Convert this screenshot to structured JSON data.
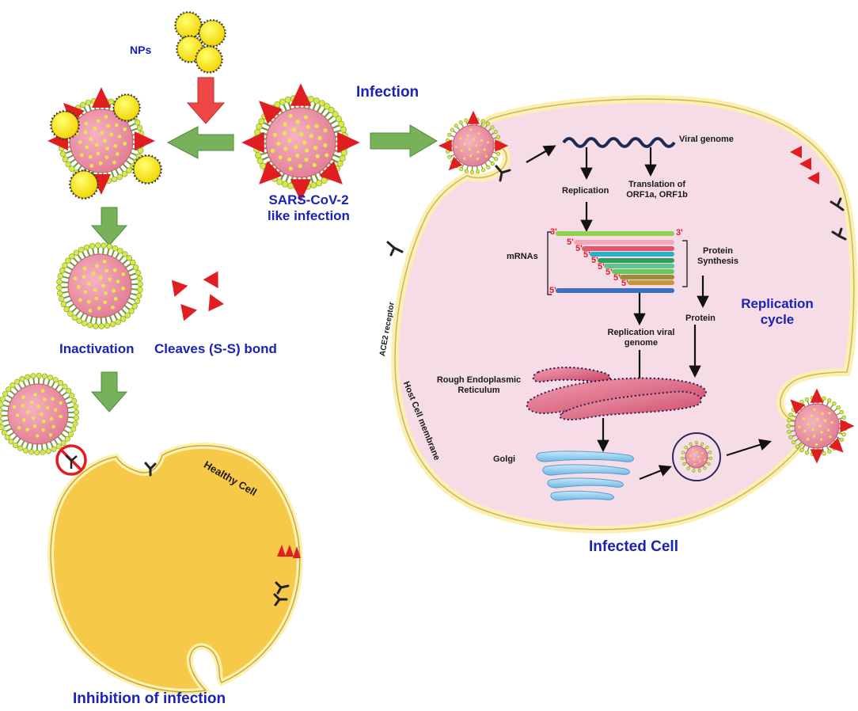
{
  "labels": {
    "nps": "NPs",
    "infection": "Infection",
    "sars_line1": "SARS-CoV-2",
    "sars_line2": "like infection",
    "inactivation": "Inactivation",
    "cleaves": "Cleaves (S-S) bond",
    "inhibition": "Inhibition of infection",
    "healthy_cell": "Healthy Cell",
    "viral_genome": "Viral genome",
    "replication": "Replication",
    "translation_line1": "Translation of",
    "translation_line2": "ORF1a, ORF1b",
    "mrnas": "mRNAs",
    "protein_synthesis_line1": "Protein",
    "protein_synthesis_line2": "Synthesis",
    "protein": "Protein",
    "replication_viral_line1": "Replication viral",
    "replication_viral_line2": "genome",
    "rough_er_line1": "Rough Endoplasmic",
    "rough_er_line2": "Reticulum",
    "golgi": "Golgi",
    "ace2_receptor": "ACE2 receptor",
    "host_membrane": "Host Cell membrane",
    "replication_cycle_line1": "Replication",
    "replication_cycle_line2": "cycle",
    "infected_cell": "Infected Cell",
    "three_prime": "3'",
    "five_prime": "5'"
  },
  "colors": {
    "label_blue": "#1a22b8",
    "virus_body": "#e8849a",
    "spike_red": "#e01e22",
    "nanoparticle": "#ffe600",
    "healthy_cell": "#f7c948",
    "infected_cell_fill": "#f5dce6",
    "membrane": "#fbf0b0",
    "arrow_green": "#77b15a",
    "arrow_red": "#ef4646"
  }
}
